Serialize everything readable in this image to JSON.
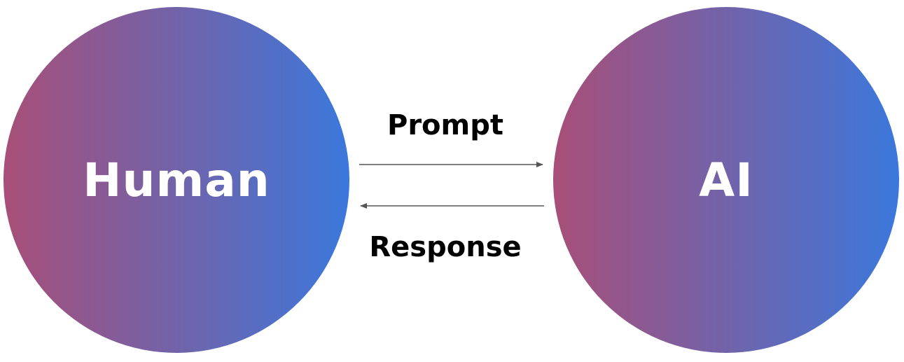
{
  "nodes": {
    "human": {
      "label": "Human"
    },
    "ai": {
      "label": "AI"
    }
  },
  "edges": {
    "prompt": {
      "label": "Prompt",
      "from": "Human",
      "to": "AI"
    },
    "response": {
      "label": "Response",
      "from": "AI",
      "to": "Human"
    }
  },
  "colors": {
    "gradient_start": "#A84E78",
    "gradient_end": "#3B78DC",
    "arrow": "#555555",
    "node_text": "#FFFFFF",
    "edge_text": "#000000"
  }
}
